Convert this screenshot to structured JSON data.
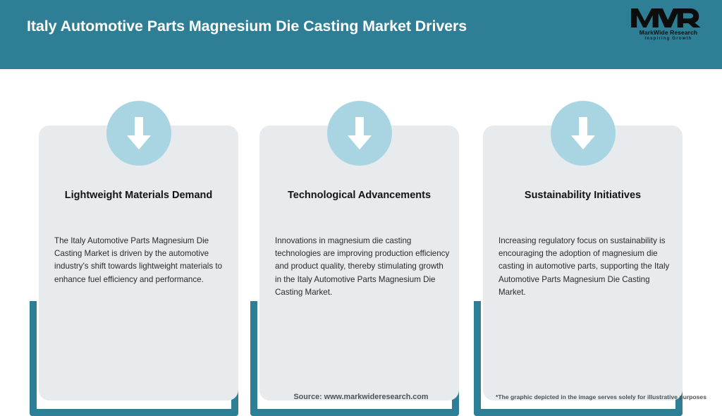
{
  "header": {
    "title": "Italy Automotive Parts Magnesium Die Casting Market Drivers",
    "background_color": "#2e7f96",
    "title_color": "#ffffff"
  },
  "logo": {
    "mark": "MWR",
    "name": "MarkWide Research",
    "tagline": "Inspiring Growth"
  },
  "cards": [
    {
      "icon": "down-arrow-icon",
      "title": "Lightweight Materials Demand",
      "body": "The Italy Automotive Parts Magnesium Die Casting Market is driven by the automotive industry's shift towards lightweight materials to enhance fuel efficiency and performance."
    },
    {
      "icon": "down-arrow-icon",
      "title": "Technological Advancements",
      "body": "Innovations in magnesium die casting technologies are improving production efficiency and product quality, thereby stimulating growth in the Italy Automotive Parts Magnesium Die Casting Market."
    },
    {
      "icon": "down-arrow-icon",
      "title": "Sustainability Initiatives",
      "body": "Increasing regulatory focus on sustainability is encouraging the adoption of magnesium die casting in automotive parts, supporting the Italy Automotive Parts Magnesium Die Casting Market."
    }
  ],
  "footer": {
    "source": "Source: www.markwideresearch.com",
    "disclaimer": "*The graphic depicted in the image serves solely for illustrative purposes"
  },
  "colors": {
    "teal": "#2e7f96",
    "card_background": "#e7ebed",
    "icon_circle": "#a9d5e3",
    "arrow": "#ffffff"
  }
}
